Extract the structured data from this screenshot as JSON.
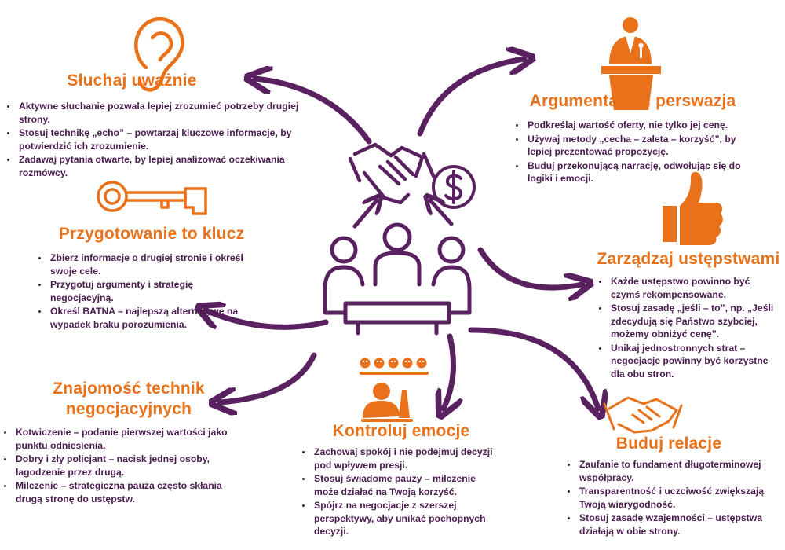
{
  "topics": {
    "listen": {
      "title": "Słuchaj uważnie",
      "icon": "ear-icon",
      "points": [
        "Aktywne słuchanie pozwala lepiej zrozumieć potrzeby drugiej strony.",
        "Stosuj technikę „echo” – powtarzaj kluczowe informacje, by potwierdzić ich zrozumienie.",
        "Zadawaj pytania otwarte, by lepiej analizować oczekiwania rozmówcy."
      ]
    },
    "argument": {
      "title": "Argumentacja i perswazja",
      "icon": "speaker-podium-icon",
      "points": [
        "Podkreślaj wartość oferty, nie tylko jej cenę.",
        "Używaj metody „cecha – zaleta – korzyść”, by lepiej prezentować propozycję.",
        "Buduj przekonującą narrację, odwołując się do logiki i emocji."
      ]
    },
    "prepare": {
      "title": "Przygotowanie to klucz",
      "icon": "key-icon",
      "points": [
        "Zbierz informacje o drugiej stronie i określ swoje cele.",
        "Przygotuj argumenty i strategię negocjacyjną.",
        "Określ BATNA – najlepszą alternatywę na wypadek braku porozumienia."
      ]
    },
    "concessions": {
      "title": "Zarządzaj ustępstwami",
      "icon": "thumbs-up-icon",
      "points": [
        "Każde ustępstwo powinno być czymś rekompensowane.",
        "Stosuj zasadę „jeśli – to”, np. „Jeśli zdecydują się Państwo szybciej, możemy obniżyć cenę”.",
        "Unikaj jednostronnych strat – negocjacje powinny być korzystne dla obu stron."
      ]
    },
    "techniques": {
      "title": "Znajomość technik negocjacyjnych",
      "icon": "",
      "points": [
        "Kotwiczenie – podanie pierwszej wartości jako punktu odniesienia.",
        "Dobry i zły policjant – nacisk jednej osoby, łagodzenie przez drugą.",
        "Milczenie – strategiczna pauza często skłania drugą stronę do ustępstw."
      ]
    },
    "emotions": {
      "title": "Kontroluj emocje",
      "icon": "emotions-icon",
      "points": [
        "Zachowaj spokój i nie podejmuj decyzji pod wpływem presji.",
        "Stosuj świadome pauzy – milczenie może działać na Twoją korzyść.",
        "Spójrz na negocjacje z szerszej perspektywy, aby unikać pochopnych decyzji."
      ]
    },
    "relations": {
      "title": "Buduj relacje",
      "icon": "handshake-icon",
      "points": [
        "Zaufanie to fundament długoterminowej współpracy.",
        "Transparentność i uczciwość zwiększają Twoją wiarygodność.",
        "Stosuj zasadę wzajemności – ustępstwa działają w obie strony."
      ]
    }
  },
  "center": {
    "icons": [
      "handshake-deal-icon",
      "dollar-coin-icon",
      "meeting-table-icon"
    ]
  },
  "colors": {
    "accent": "#e8711a",
    "primary": "#4b1c50"
  }
}
